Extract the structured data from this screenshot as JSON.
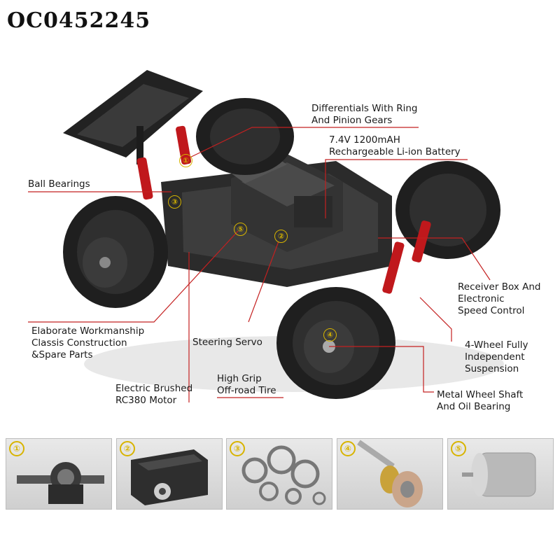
{
  "product": {
    "code": "OC0452245"
  },
  "callouts": {
    "differentials": [
      "Differentials With Ring",
      "And Pinion Gears"
    ],
    "battery": [
      "7.4V 1200mAH",
      "Rechargeable Li-ion Battery"
    ],
    "ball_bearings": [
      "Ball Bearings"
    ],
    "receiver": [
      "Receiver Box And",
      "Electronic",
      "Speed Control"
    ],
    "workmanship": [
      "Elaborate Workmanship",
      "Classis Construction",
      "&Spare Parts"
    ],
    "steering": [
      "Steering Servo"
    ],
    "suspension": [
      "4-Wheel Fully",
      "Independent",
      "Suspension"
    ],
    "tire": [
      "High Grip",
      "Off-road Tire"
    ],
    "motor": [
      "Electric Brushed",
      "RC380 Motor"
    ],
    "wheel_shaft": [
      "Metal Wheel Shaft",
      "And Oil Bearing"
    ]
  },
  "markers": [
    "①",
    "②",
    "③",
    "④",
    "⑤"
  ],
  "parts": [
    {
      "badge": "①",
      "icon": "differential-gear-icon"
    },
    {
      "badge": "②",
      "icon": "steering-servo-icon"
    },
    {
      "badge": "③",
      "icon": "ball-bearings-icon"
    },
    {
      "badge": "④",
      "icon": "wheel-shaft-icon"
    },
    {
      "badge": "⑤",
      "icon": "brushed-motor-icon"
    }
  ],
  "colors": {
    "leader_line": "#c42020",
    "marker": "#d6b400",
    "chassis": "#2b2b2b",
    "shock": "#c0181c"
  }
}
